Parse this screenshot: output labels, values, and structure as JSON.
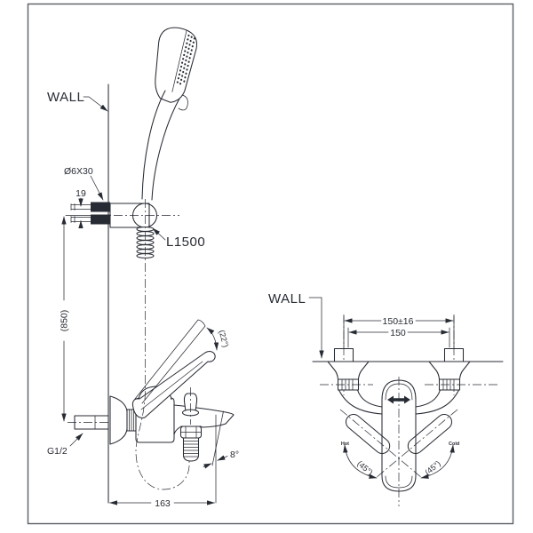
{
  "drawing": {
    "labels": {
      "wall": "WALL",
      "anchor_size": "Ø6X30",
      "screw_spacing": "19",
      "hose_length": "L1500",
      "mount_height": "(850)",
      "inlet_thread": "G1/2",
      "spout_reach": "163",
      "spout_angle": "8°",
      "lever_angle": "(22°)",
      "center_distance_tolerance": "150±16",
      "center_distance": "150",
      "hot": "Hot",
      "cold": "Cold",
      "handle_swing": "(45°)"
    },
    "colors": {
      "ink": "#272b33",
      "border": "#5a5f66",
      "hot_text": "#9e2f2f",
      "cold_text": "#27439b",
      "background": "#ffffff"
    }
  }
}
